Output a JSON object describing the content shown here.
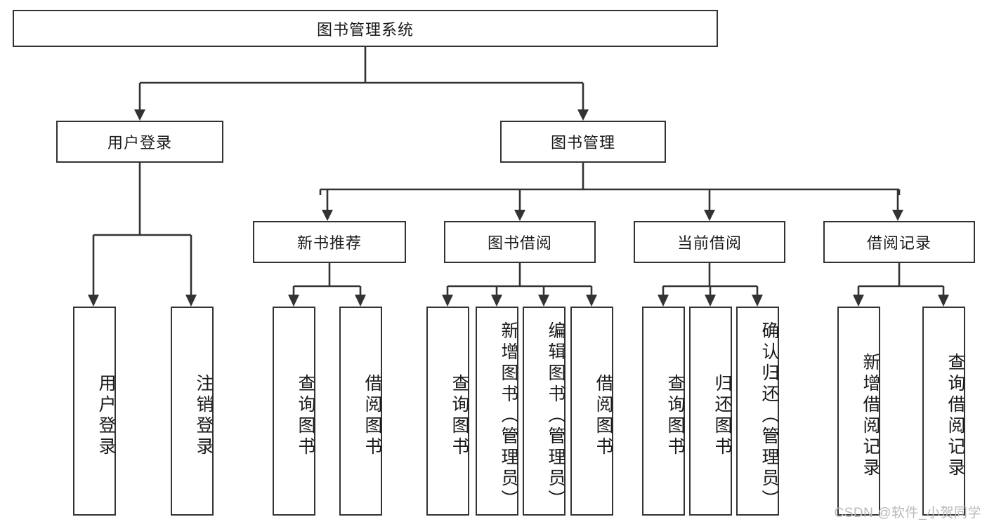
{
  "diagram": {
    "title": "图书管理系统",
    "type": "tree-hierarchy-diagram",
    "watermark": "CSDN @软件_小贺同学",
    "colors": {
      "stroke": "#333333",
      "box_fill": "#ffffff",
      "text": "#1a1a1a",
      "watermark": "#b9b9b9",
      "background": "#ffffff"
    },
    "root": {
      "label": "图书管理系统"
    },
    "level2": [
      {
        "label": "用户登录"
      },
      {
        "label": "图书管理"
      }
    ],
    "level3": [
      {
        "label": "新书推荐"
      },
      {
        "label": "图书借阅"
      },
      {
        "label": "当前借阅"
      },
      {
        "label": "借阅记录"
      }
    ],
    "leaves": {
      "user_login": [
        {
          "label": "用户登录"
        },
        {
          "label": "注销登录"
        }
      ],
      "new_book_recommend": [
        {
          "label": "查询图书"
        },
        {
          "label": "借阅图书"
        }
      ],
      "book_borrow": [
        {
          "label": "查询图书"
        },
        {
          "label": "新增图书（管理员）"
        },
        {
          "label": "编辑图书（管理员）"
        },
        {
          "label": "借阅图书"
        }
      ],
      "current_borrow": [
        {
          "label": "查询图书"
        },
        {
          "label": "归还图书"
        },
        {
          "label": "确认归还（管理员）"
        }
      ],
      "borrow_record": [
        {
          "label": "新增借阅记录"
        },
        {
          "label": "查询借阅记录"
        }
      ]
    }
  }
}
